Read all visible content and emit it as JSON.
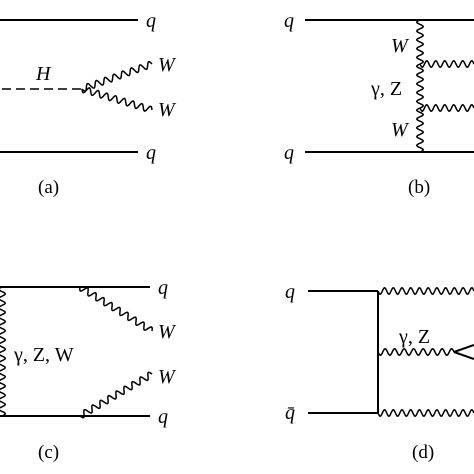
{
  "diagrams": {
    "a": {
      "caption": "(a)",
      "q_top": "q",
      "q_bottom": "q",
      "higgs": "H",
      "w_upper": "W",
      "w_lower": "W"
    },
    "b": {
      "caption": "(b)",
      "q_top": "q",
      "q_bottom": "q",
      "w_upper": "W",
      "gamma_z": "γ, Z",
      "w_lower": "W"
    },
    "c": {
      "caption": "(c)",
      "q_top": "q",
      "q_bottom": "q",
      "w_upper": "W",
      "w_lower": "W",
      "exchange": "γ, Z, W"
    },
    "d": {
      "caption": "(d)",
      "q_top": "q",
      "qbar_bottom": "q̄",
      "gamma_z": "γ, Z"
    }
  }
}
